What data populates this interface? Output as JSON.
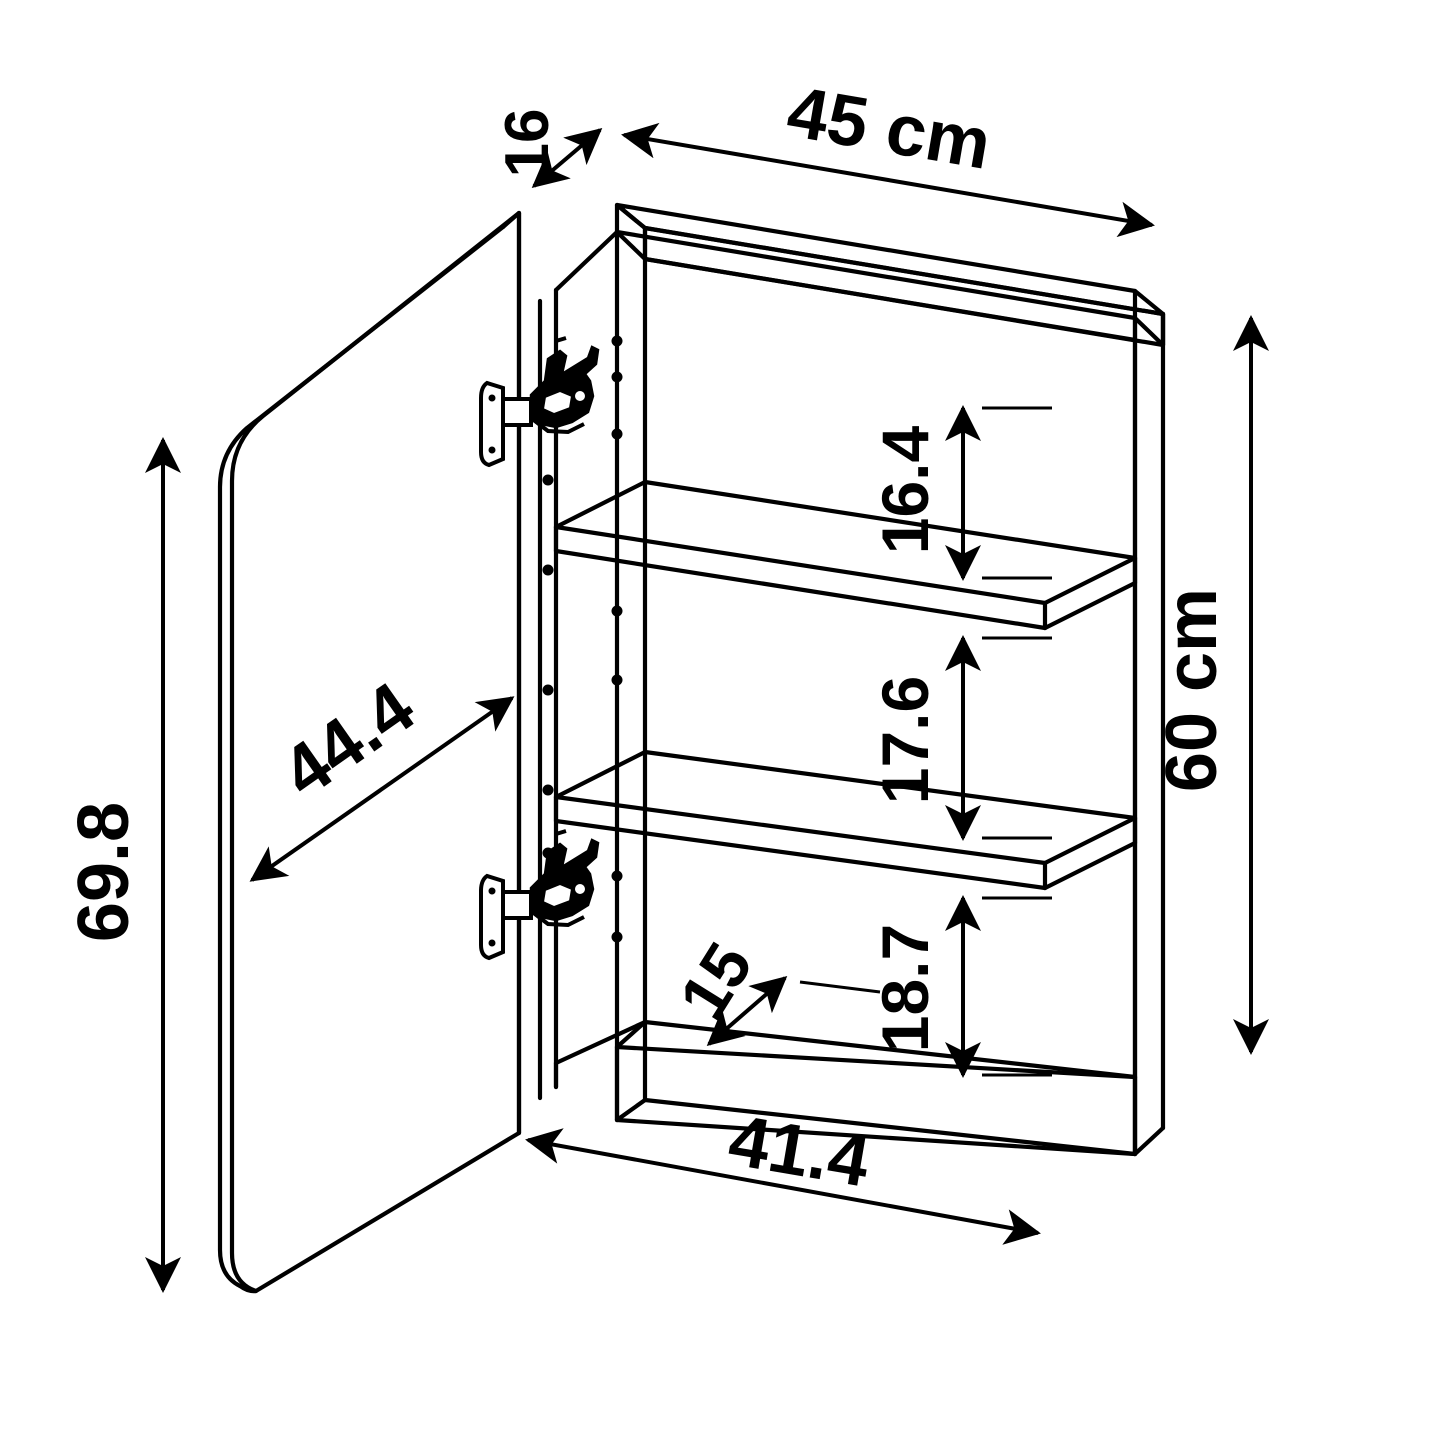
{
  "drawing": {
    "title": "Wall cabinet dimensioned isometric drawing",
    "units": "cm",
    "line_color": "#000000",
    "background_color": "#ffffff"
  },
  "dimensions": {
    "depth_top": "16",
    "width_top": "45 cm",
    "height_right": "60 cm",
    "door_height": "69.8",
    "door_width": "44.4",
    "compartment_top": "16.4",
    "compartment_middle": "17.6",
    "compartment_bottom": "18.7",
    "interior_depth": "15",
    "interior_width": "41.4"
  },
  "parts": {
    "door_label": "door-panel",
    "top_panel_label": "top-panel",
    "side_panel_label": "right-side-panel",
    "left_panel_label": "left-side-panel",
    "bottom_panel_label": "bottom-panel",
    "shelf_upper_label": "shelf-upper",
    "shelf_lower_label": "shelf-lower",
    "back_panel_label": "back-panel",
    "hinge_upper_label": "hinge-upper",
    "hinge_lower_label": "hinge-lower",
    "peg_holes_label": "shelf-peg-holes"
  }
}
